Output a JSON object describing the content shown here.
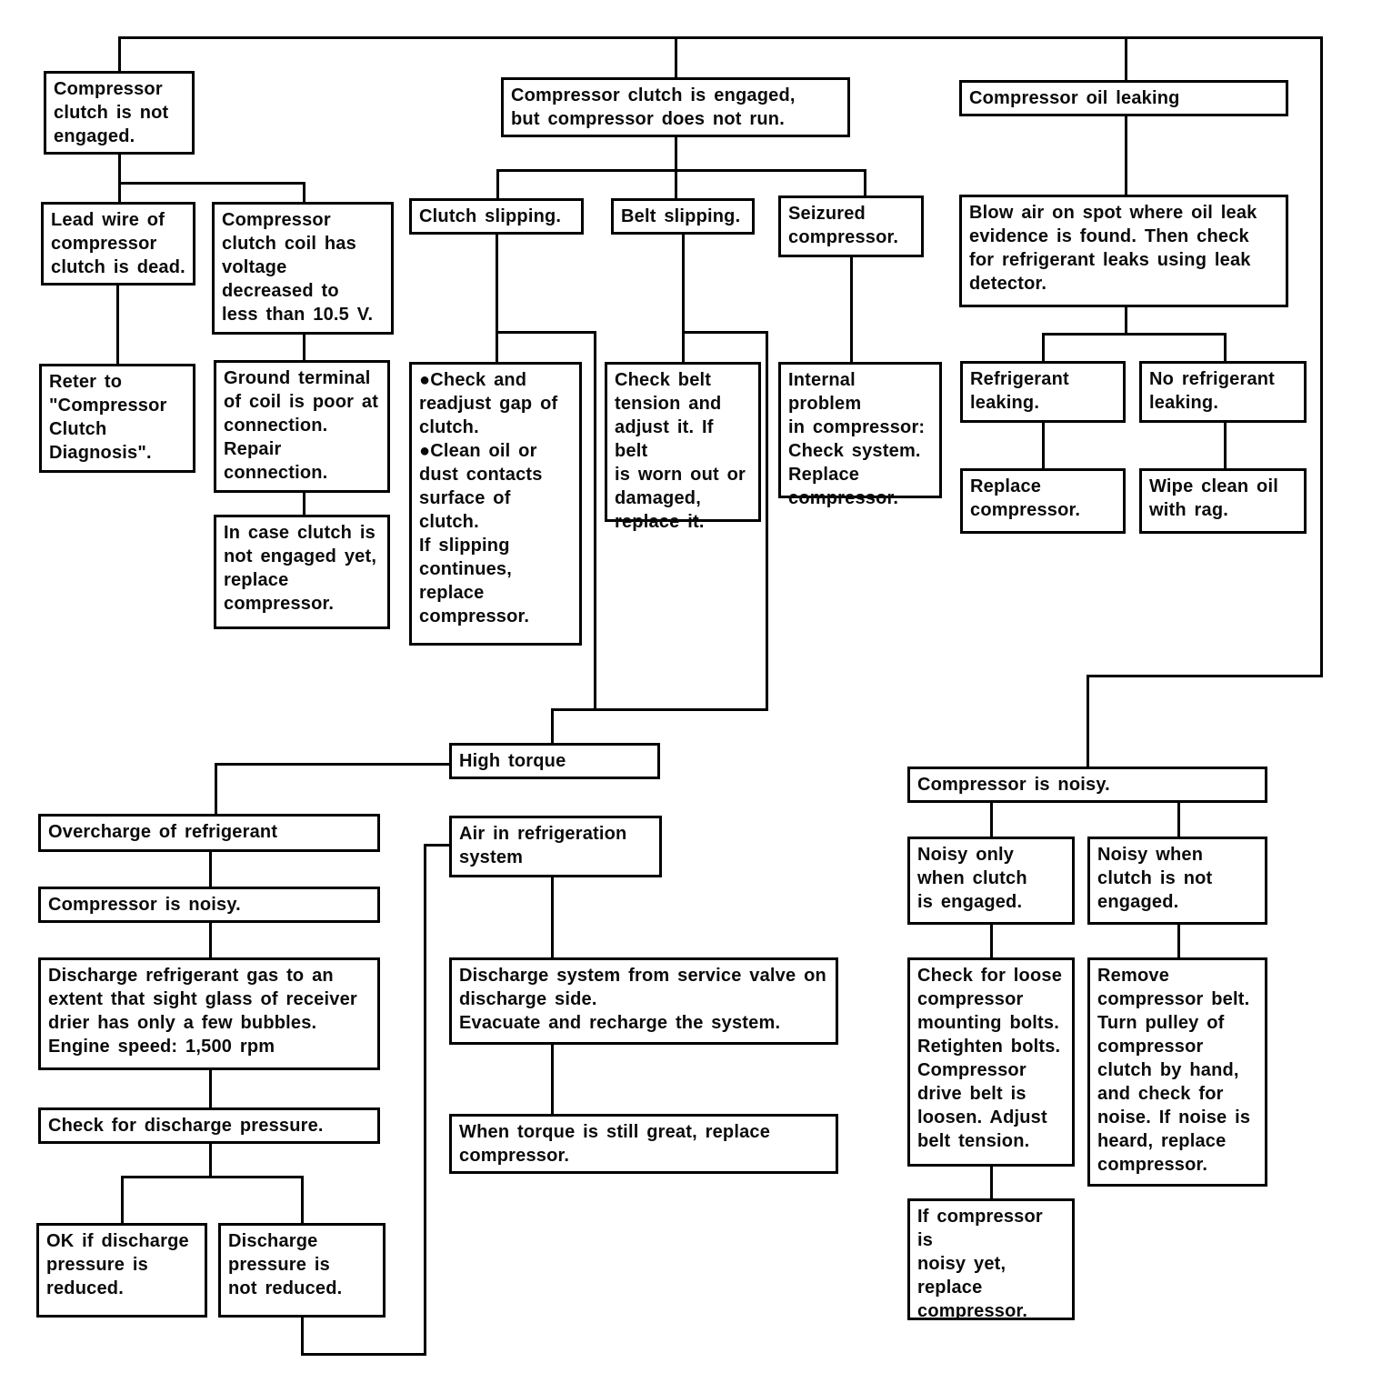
{
  "palette": {
    "background": "#ffffff",
    "line_color": "#000000",
    "text_color": "#0a0a0a"
  },
  "nodes": {
    "clutch_not_engaged": {
      "label": "Compressor\nclutch is not\nengaged."
    },
    "lead_wire_dead": {
      "label": "Lead wire of\ncompressor\nclutch is dead."
    },
    "coil_voltage_low": {
      "label": "Compressor\nclutch coil has\nvoltage\ndecreased to\nless than 10.5 V."
    },
    "refer_diagnosis": {
      "label": "Reter to\n\"Compressor\nClutch\nDiagnosis\"."
    },
    "ground_terminal": {
      "label": "Ground terminal\nof coil is poor at\nconnection.\nRepair\nconnection."
    },
    "replace_if_not_engaged": {
      "label": "In case clutch is\nnot engaged yet,\nreplace\ncompressor."
    },
    "engaged_not_run": {
      "label": "Compressor clutch is engaged,\nbut compressor does not run."
    },
    "clutch_slipping": {
      "label": "Clutch slipping."
    },
    "belt_slipping": {
      "label": "Belt slipping."
    },
    "seizured": {
      "label": "Seizured\ncompressor."
    },
    "check_readjust": {
      "label": "●Check and\nreadjust gap of\nclutch.\n●Clean oil or\ndust contacts\nsurface of\nclutch.\nIf slipping\ncontinues,\nreplace\ncompressor."
    },
    "check_belt_tension": {
      "label": "Check belt\ntension and\nadjust it. If belt\nis worn out or\ndamaged,\nreplace it."
    },
    "internal_problem": {
      "label": "Internal problem\nin compressor:\nCheck system.\nReplace\ncompressor."
    },
    "oil_leaking": {
      "label": "Compressor oil leaking"
    },
    "blow_air": {
      "label": "Blow air on spot where oil leak\nevidence is found. Then check\nfor refrigerant leaks using leak\ndetector."
    },
    "refrigerant_leaking": {
      "label": "Refrigerant\nleaking."
    },
    "no_refrigerant_leaking": {
      "label": "No refrigerant\nleaking."
    },
    "replace_compressor": {
      "label": "Replace\ncompressor."
    },
    "wipe_oil": {
      "label": "Wipe clean oil\nwith rag."
    },
    "high_torque": {
      "label": "High torque"
    },
    "air_in_system": {
      "label": "Air in refrigeration\nsystem"
    },
    "overcharge": {
      "label": "Overcharge of refrigerant"
    },
    "compressor_noisy_left": {
      "label": "Compressor is noisy."
    },
    "discharge_gas": {
      "label": "Discharge refrigerant gas to an\nextent that sight glass of receiver\ndrier has only a few bubbles.\nEngine speed: 1,500 rpm"
    },
    "check_discharge_pressure": {
      "label": "Check for discharge pressure."
    },
    "ok_reduced": {
      "label": "OK if discharge\npressure is\nreduced."
    },
    "not_reduced": {
      "label": "Discharge\npressure is\nnot reduced."
    },
    "discharge_service_valve": {
      "label": "Discharge system from service valve on\ndischarge side.\nEvacuate and recharge the system."
    },
    "torque_still_great": {
      "label": "When torque is still great, replace\ncompressor."
    },
    "compressor_noisy_right": {
      "label": "Compressor is noisy."
    },
    "noisy_clutch_engaged": {
      "label": "Noisy only\nwhen clutch\nis engaged."
    },
    "noisy_clutch_not_engaged": {
      "label": "Noisy when\nclutch is not\nengaged."
    },
    "check_loose_bolts": {
      "label": "Check for loose\ncompressor\nmounting bolts.\nRetighten bolts.\nCompressor\ndrive belt is\nloosen. Adjust\nbelt tension."
    },
    "remove_belt": {
      "label": "Remove\ncompressor belt.\nTurn pulley of\ncompressor\nclutch by hand,\nand check for\nnoise. If noise is\nheard, replace\ncompressor."
    },
    "noisy_yet": {
      "label": "If compressor is\nnoisy yet,\nreplace\ncompressor."
    }
  }
}
